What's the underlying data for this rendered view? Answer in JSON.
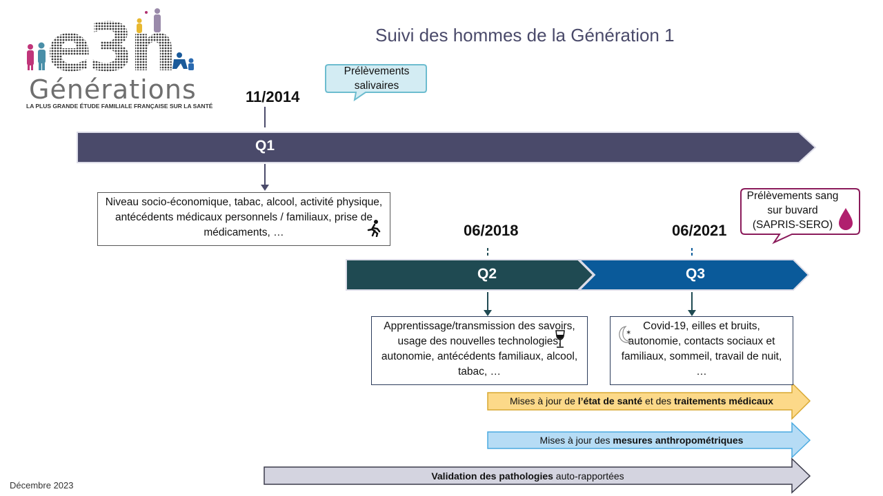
{
  "title": "Suivi des hommes de la Génération 1",
  "logo": {
    "mark": "e3n",
    "word": "Générations",
    "tagline": "LA PLUS GRANDE ÉTUDE FAMILIALE FRANÇAISE SUR LA SANTÉ"
  },
  "q1": {
    "date": "11/2014",
    "label": "Q1",
    "callout": "Prélèvements salivaires",
    "box": "Niveau socio-économique, tabac, alcool, activité physique, antécédents médicaux personnels / familiaux, prise de médicaments, …",
    "icon": "running-person-icon"
  },
  "q2": {
    "date": "06/2018",
    "label": "Q2",
    "box": "Apprentissage/transmission des savoirs, usage des nouvelles technologies, autonomie, antécédents familiaux, alcool, tabac, …",
    "icon": "wine-glass-icon"
  },
  "q3": {
    "date": "06/2021",
    "label": "Q3",
    "callout": "Prélèvements sang sur buvard (SAPRIS-SERO)",
    "box": "Covid-19, eilles et bruits, autonomie, contacts sociaux et familiaux, sommeil, travail de nuit, …",
    "icon": "moon-stars-icon",
    "callout_icon": "blood-drop-icon"
  },
  "updates": [
    {
      "pre": "Mises à jour de ",
      "b1": "l’état de santé",
      "mid": " et des ",
      "b2": "traitements médicaux",
      "post": ""
    },
    {
      "pre": "Mises à jour des ",
      "b1": "mesures anthropométriques",
      "mid": "",
      "b2": "",
      "post": ""
    },
    {
      "pre": "",
      "b1": "Validation  des pathologies",
      "mid": " auto-rapportées",
      "b2": "",
      "post": ""
    }
  ],
  "footer": "Décembre 2023",
  "colors": {
    "q1_bar": "#4a4a6a",
    "q2_bar": "#1f4a52",
    "q3_bar": "#0a5a9a",
    "health_arrow": "#fcd989",
    "anthro_arrow": "#b6dcf5",
    "validation_arrow": "#d4d4e0",
    "saliva_callout": "#d3ecf3",
    "blood_callout_border": "#8a1a5a"
  }
}
